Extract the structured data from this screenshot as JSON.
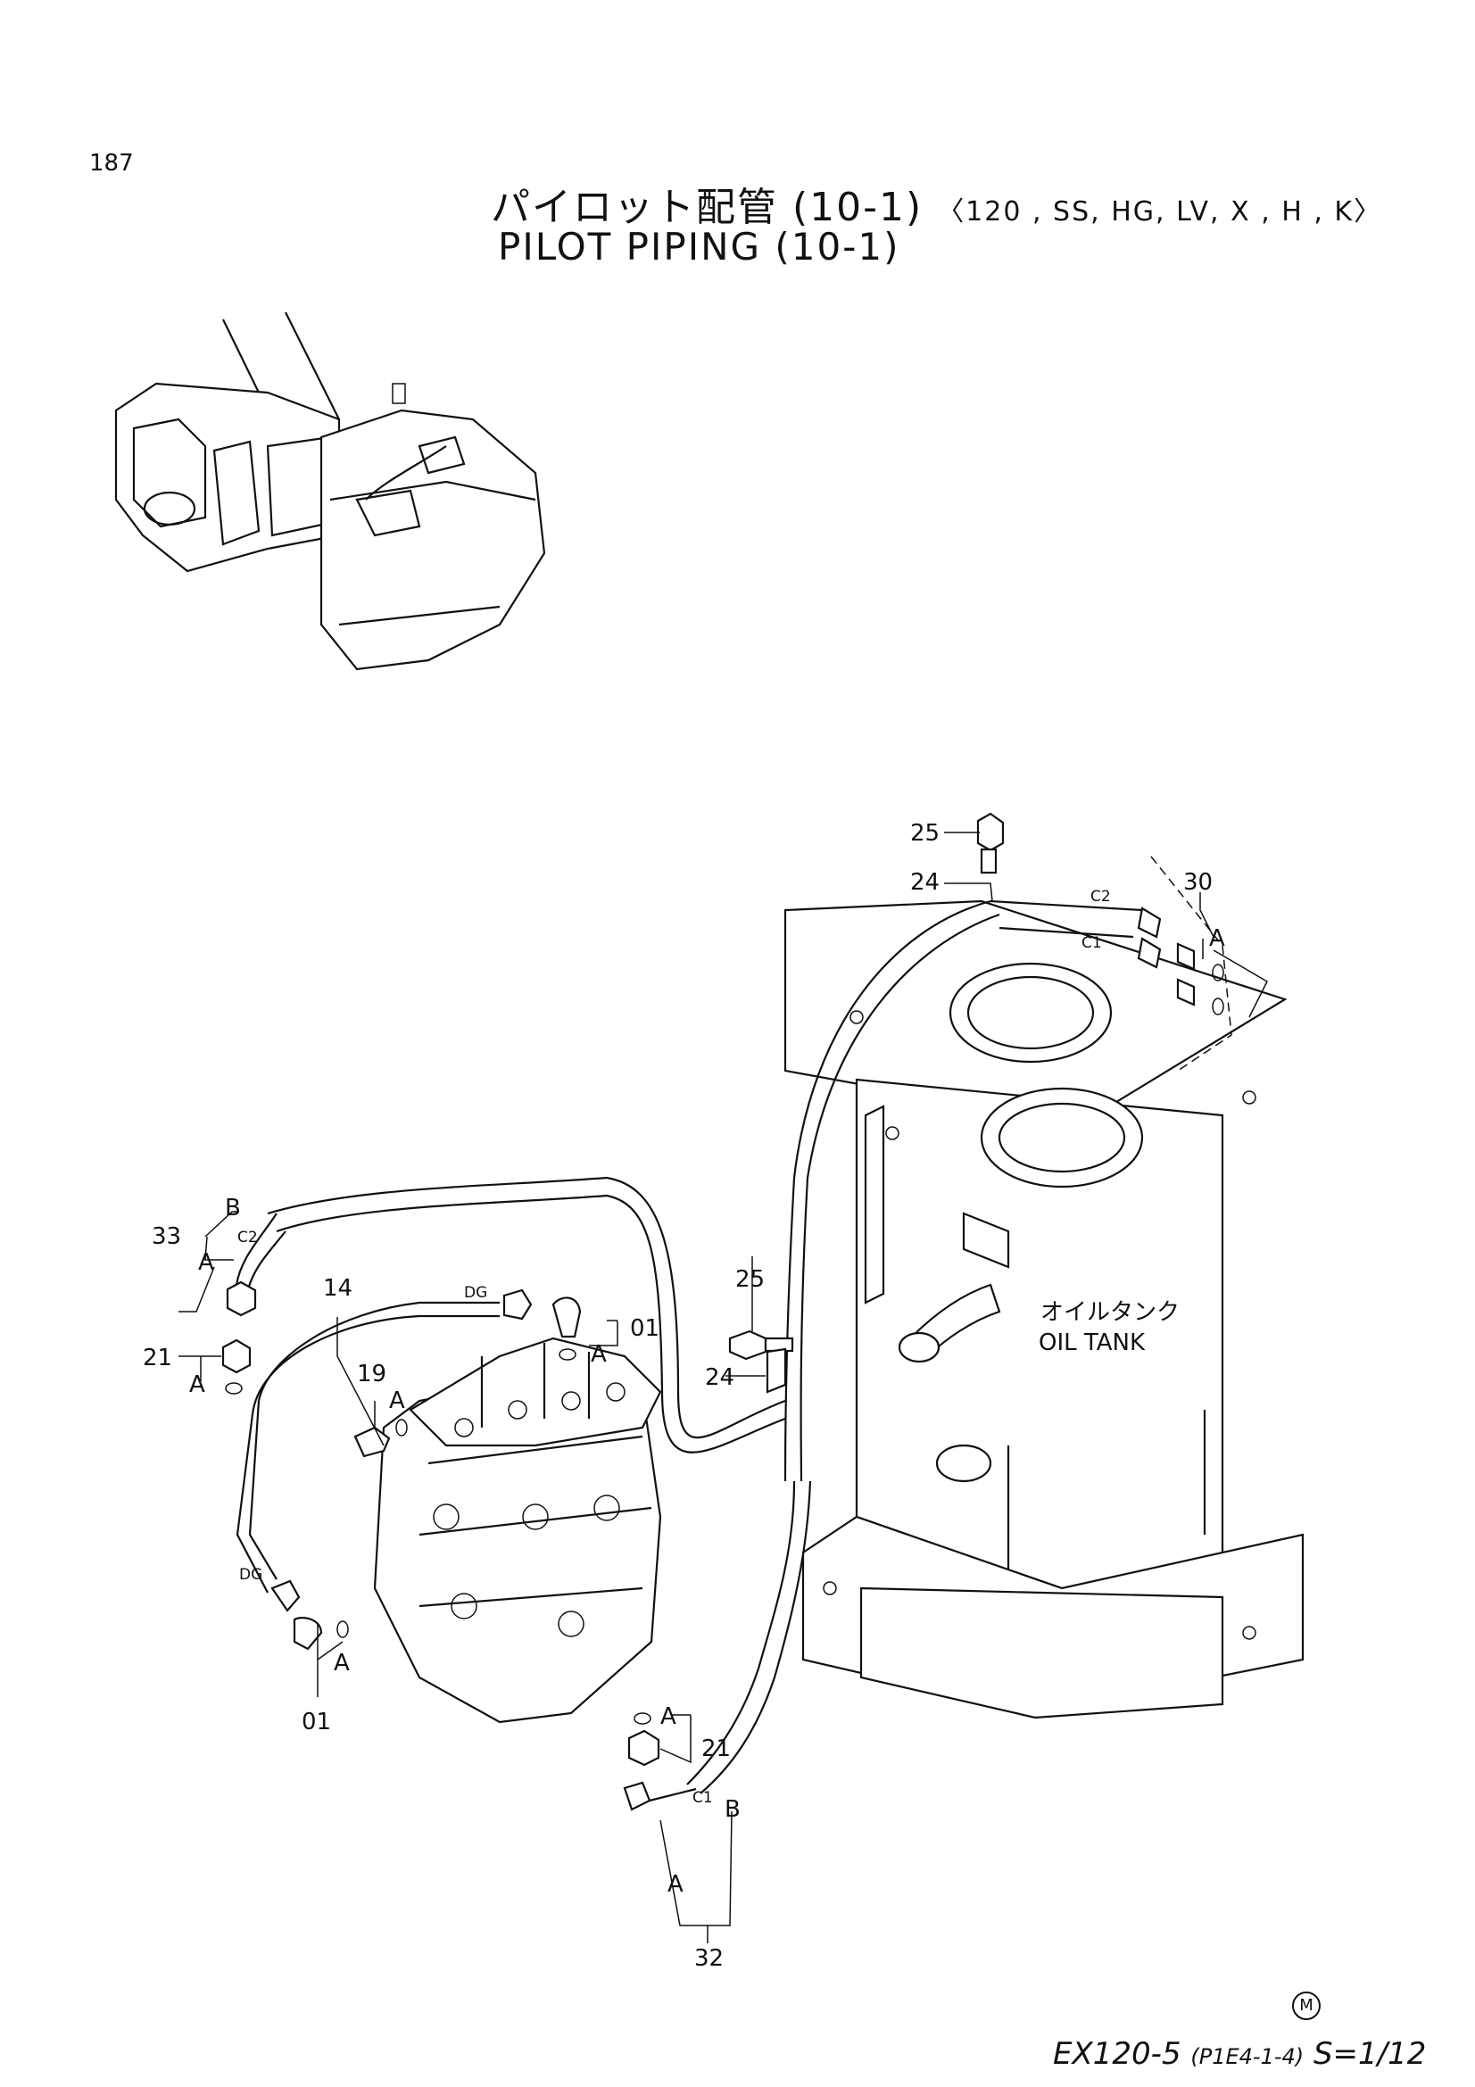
{
  "page_number": "187",
  "title": {
    "japanese": "パイロット配管 (10-1)",
    "models": "〈120 , SS, HG, LV, X , H , K〉",
    "english": "PILOT PIPING (10-1)"
  },
  "tank_label": {
    "japanese": "オイルタンク",
    "english": "OIL TANK"
  },
  "part_callouts": {
    "p25_top": "25",
    "p24_top": "24",
    "p30": "30",
    "p33": "33",
    "p14": "14",
    "p01_right": "01",
    "p21_left": "21",
    "p19": "19",
    "p25_mid": "25",
    "p24_mid": "24",
    "p01_bottom": "01",
    "p21_bottom": "21",
    "p32": "32"
  },
  "hose_markers": {
    "c1": "C1",
    "c2": "C2",
    "dg": "DG",
    "a": "A",
    "b": "B"
  },
  "footer": {
    "model": "EX120-5",
    "reference": "(P1E4-1-4)",
    "sheet": "S=1/12",
    "mark": "M"
  }
}
